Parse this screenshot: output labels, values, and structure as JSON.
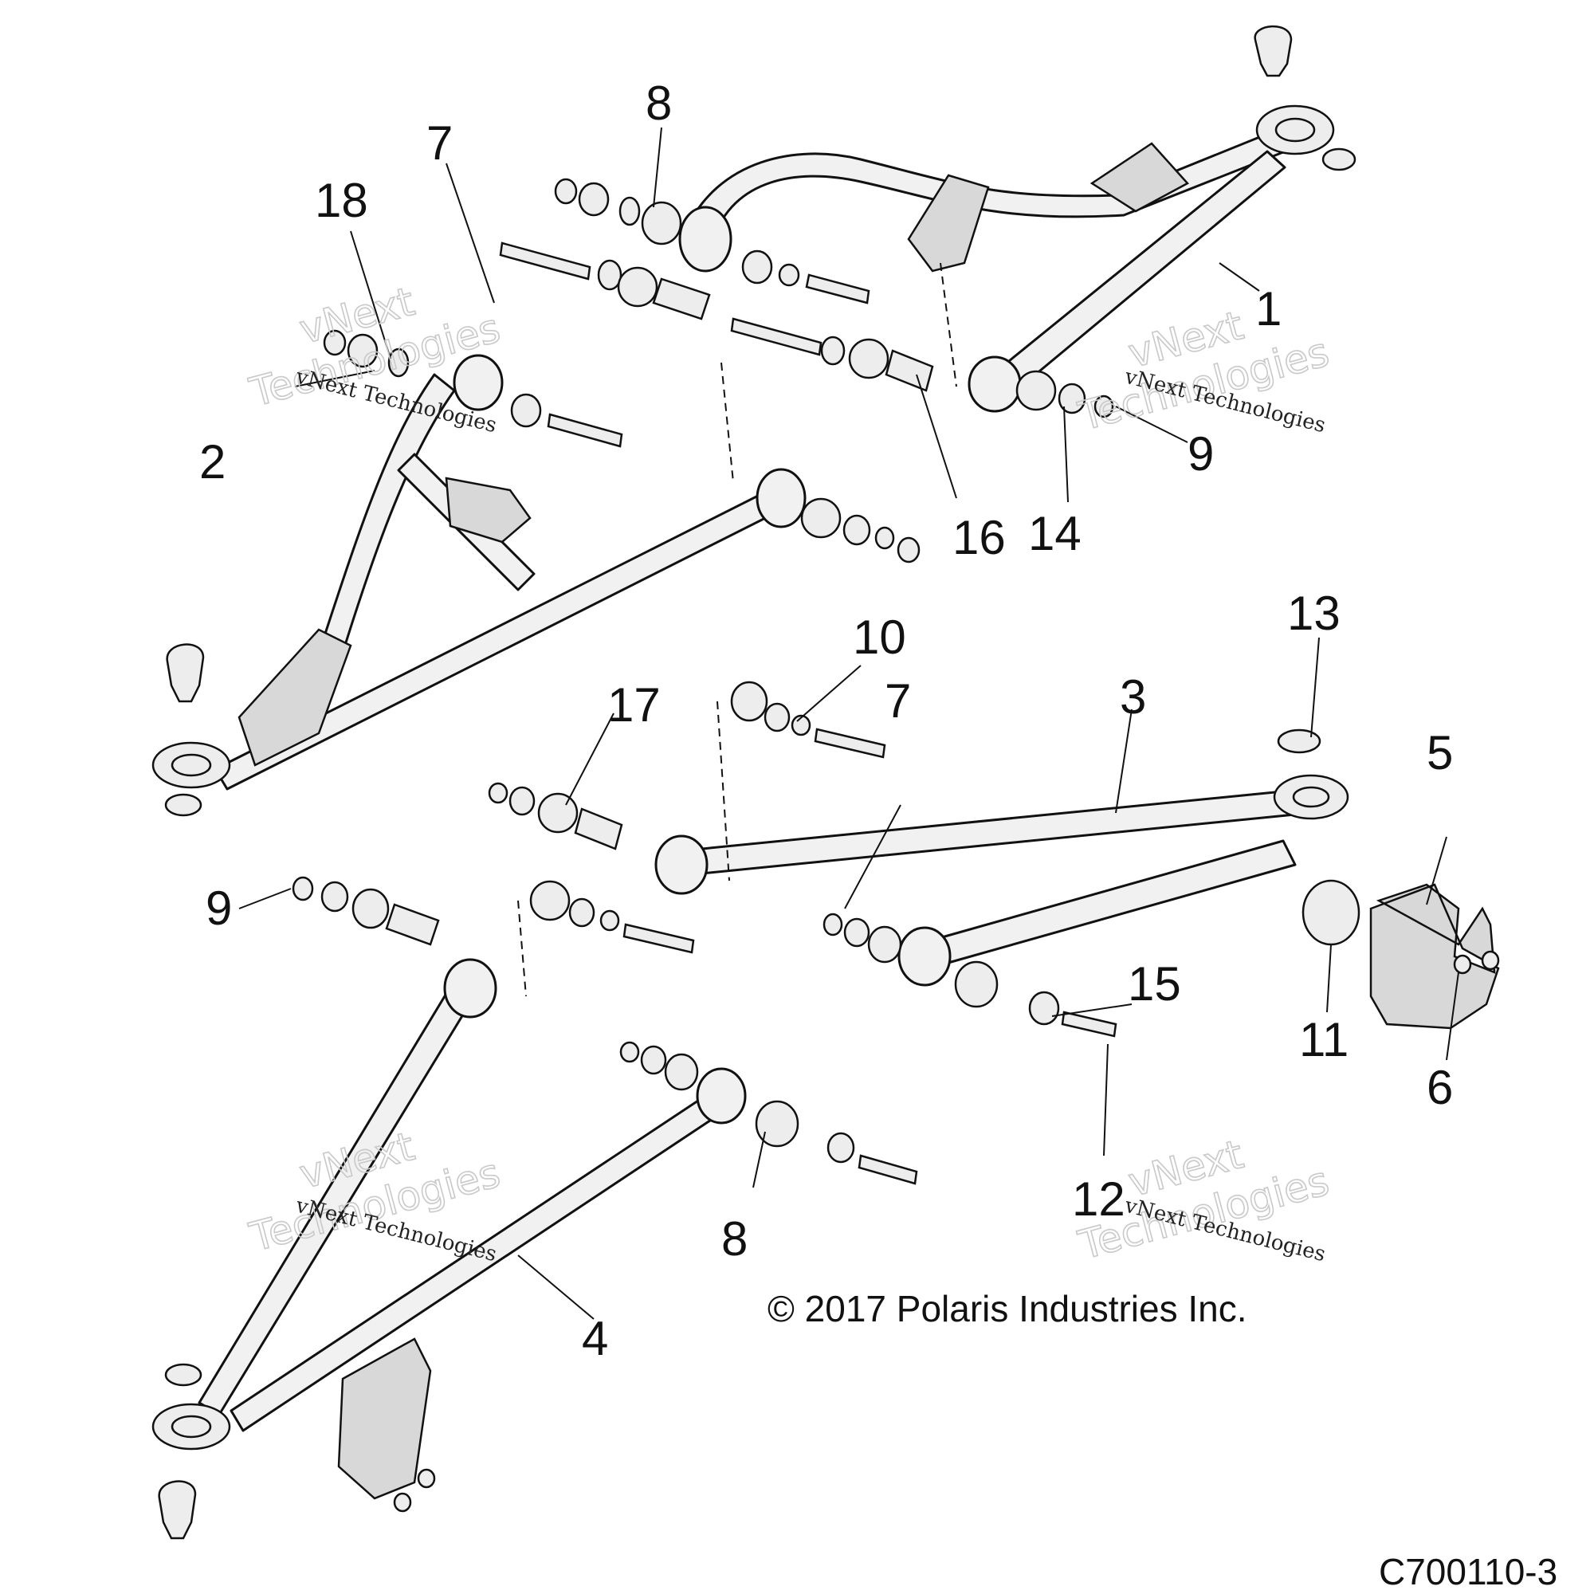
{
  "callouts": [
    {
      "id": "c1",
      "text": "1"
    },
    {
      "id": "c2",
      "text": "2"
    },
    {
      "id": "c3",
      "text": "3"
    },
    {
      "id": "c4",
      "text": "4"
    },
    {
      "id": "c5",
      "text": "5"
    },
    {
      "id": "c6",
      "text": "6"
    },
    {
      "id": "c7a",
      "text": "7"
    },
    {
      "id": "c7b",
      "text": "7"
    },
    {
      "id": "c8a",
      "text": "8"
    },
    {
      "id": "c8b",
      "text": "8"
    },
    {
      "id": "c9a",
      "text": "9"
    },
    {
      "id": "c9b",
      "text": "9"
    },
    {
      "id": "c10",
      "text": "10"
    },
    {
      "id": "c11",
      "text": "11"
    },
    {
      "id": "c12",
      "text": "12"
    },
    {
      "id": "c13",
      "text": "13"
    },
    {
      "id": "c14",
      "text": "14"
    },
    {
      "id": "c15",
      "text": "15"
    },
    {
      "id": "c16",
      "text": "16"
    },
    {
      "id": "c17",
      "text": "17"
    },
    {
      "id": "c18",
      "text": "18"
    }
  ],
  "copyright": "© 2017 Polaris Industries Inc.",
  "figure_id": "C700110-3",
  "watermark": {
    "small": "vNext Technologies",
    "big_line1": "vNext",
    "big_line2": "Technologies"
  }
}
